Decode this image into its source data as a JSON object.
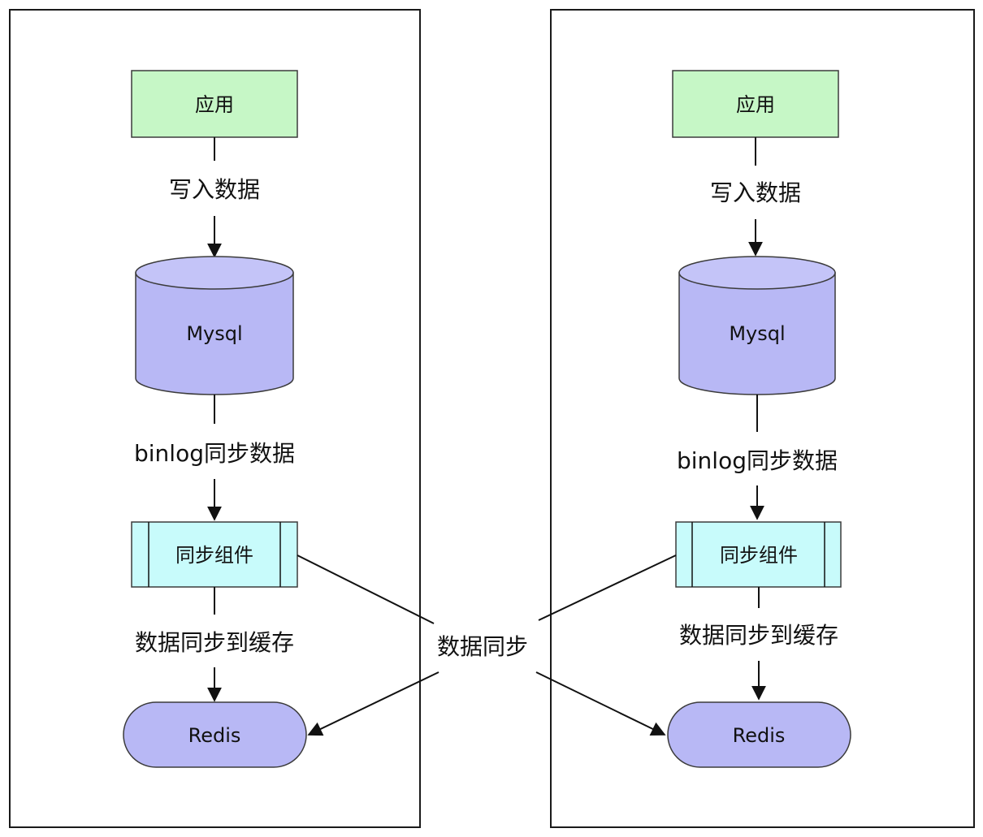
{
  "left_panel": {
    "app_label": "应用",
    "write_label": "写入数据",
    "mysql_label": "Mysql",
    "binlog_label": "binlog同步数据",
    "sync_component_label": "同步组件",
    "cache_sync_label": "数据同步到缓存",
    "redis_label": "Redis"
  },
  "right_panel": {
    "app_label": "应用",
    "write_label": "写入数据",
    "mysql_label": "Mysql",
    "binlog_label": "binlog同步数据",
    "sync_component_label": "同步组件",
    "cache_sync_label": "数据同步到缓存",
    "redis_label": "Redis"
  },
  "center": {
    "cross_sync_label": "数据同步"
  },
  "colors": {
    "app_fill": "#c6f7c6",
    "sync_component_fill": "#c8fbfb",
    "storage_fill": "#b8b8f5",
    "line": "#111111"
  }
}
